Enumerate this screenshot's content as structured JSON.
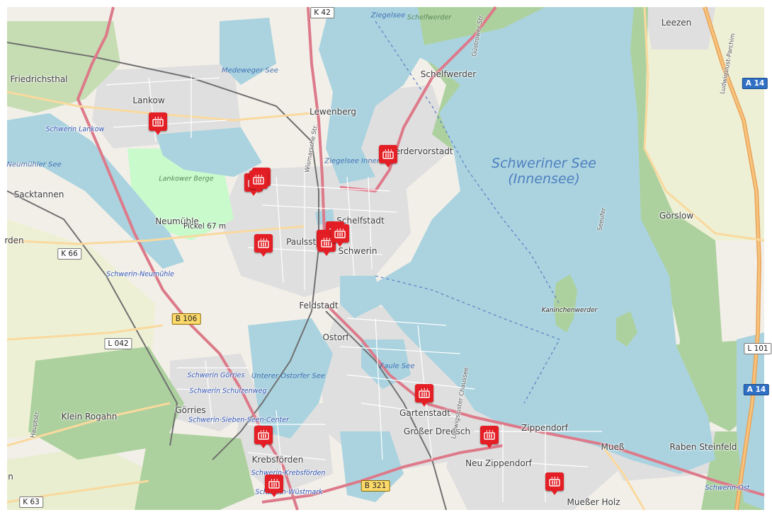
{
  "map": {
    "colors": {
      "land": "#f2efe9",
      "water": "#aad3df",
      "forest": "#add19e",
      "residential": "#e0dfdf",
      "farmland": "#eef0d5",
      "park": "#c8facc",
      "motorway": "#e892a2",
      "primary": "#dd7a8a",
      "secondary": "#f9d99e",
      "railway": "#707070",
      "marker": "#e31e24"
    },
    "labels": [
      {
        "text": "Friedrichsthal",
        "type": "district"
      },
      {
        "text": "Lankow",
        "type": "district"
      },
      {
        "text": "Lewenberg",
        "type": "district"
      },
      {
        "text": "Schelfwerder",
        "type": "district"
      },
      {
        "text": "Werdervorstadt",
        "type": "district"
      },
      {
        "text": "Leezen",
        "type": "district"
      },
      {
        "text": "Sacktannen",
        "type": "district"
      },
      {
        "text": "Neumühle",
        "type": "district"
      },
      {
        "text": "Schelfstadt",
        "type": "district"
      },
      {
        "text": "Paulsstadt",
        "type": "district"
      },
      {
        "text": "Schwerin",
        "type": "district"
      },
      {
        "text": "Görslow",
        "type": "district"
      },
      {
        "text": "Feldstadt",
        "type": "district"
      },
      {
        "text": "Ostorf",
        "type": "district"
      },
      {
        "text": "Görries",
        "type": "district"
      },
      {
        "text": "Klein Rogahn",
        "type": "district"
      },
      {
        "text": "Gartenstadt",
        "type": "district"
      },
      {
        "text": "Großer Dreesch",
        "type": "district"
      },
      {
        "text": "Zippendorf",
        "type": "district"
      },
      {
        "text": "Krebsförden",
        "type": "district"
      },
      {
        "text": "Neu Zippendorf",
        "type": "district"
      },
      {
        "text": "Mueß",
        "type": "district"
      },
      {
        "text": "Raben Steinfeld",
        "type": "district"
      },
      {
        "text": "Mueßer Holz",
        "type": "district"
      },
      {
        "text": "rden",
        "type": "district"
      },
      {
        "text": "n",
        "type": "district"
      },
      {
        "text": "Schweriner See (Innensee)",
        "type": "lake-big"
      },
      {
        "text": "Ziegelsee",
        "type": "water"
      },
      {
        "text": "Medeweger See",
        "type": "water"
      },
      {
        "text": "Neumühler See",
        "type": "water"
      },
      {
        "text": "Ziegelsee Innensee",
        "type": "water"
      },
      {
        "text": "Unterer Ostorfer See",
        "type": "water"
      },
      {
        "text": "Faule See",
        "type": "water"
      },
      {
        "text": "Schelfwerder",
        "type": "forest"
      },
      {
        "text": "Lankower Berge",
        "type": "forest"
      },
      {
        "text": "Pickel 67 m",
        "type": "feature"
      },
      {
        "text": "Kaninchenwerder",
        "type": "island"
      },
      {
        "text": "Schwerin Lankow",
        "type": "station"
      },
      {
        "text": "Schwerin-Neumühle",
        "type": "station"
      },
      {
        "text": "Schwerin Görries",
        "type": "station"
      },
      {
        "text": "Schwerin Schulzenweg",
        "type": "station"
      },
      {
        "text": "Schwerin-Sieben-Seen-Center",
        "type": "station"
      },
      {
        "text": "Schwerin-Krebsförden",
        "type": "station"
      },
      {
        "text": "Schwerin-Wüstmark",
        "type": "station"
      },
      {
        "text": "Schwerin-Ost",
        "type": "station"
      },
      {
        "text": "Güstrower Str.",
        "type": "road"
      },
      {
        "text": "Wismarsche Str.",
        "type": "road"
      },
      {
        "text": "Ludwigsluster Chaussee",
        "type": "road"
      },
      {
        "text": "Hauptstr.",
        "type": "road"
      },
      {
        "text": "Ludwigslust-Parchim",
        "type": "road"
      },
      {
        "text": "Seeufer",
        "type": "road"
      }
    ],
    "road_shields": [
      {
        "text": "K 42",
        "type": "k"
      },
      {
        "text": "A 14",
        "type": "a"
      },
      {
        "text": "K 66",
        "type": "k"
      },
      {
        "text": "B 106",
        "type": "b"
      },
      {
        "text": "L 042",
        "type": "k"
      },
      {
        "text": "L 101",
        "type": "k"
      },
      {
        "text": "A 14",
        "type": "a"
      },
      {
        "text": "B 321",
        "type": "b"
      },
      {
        "text": "K 63",
        "type": "k"
      }
    ],
    "markers_icon": "heating-radiator-icon",
    "marker_count": 15
  }
}
